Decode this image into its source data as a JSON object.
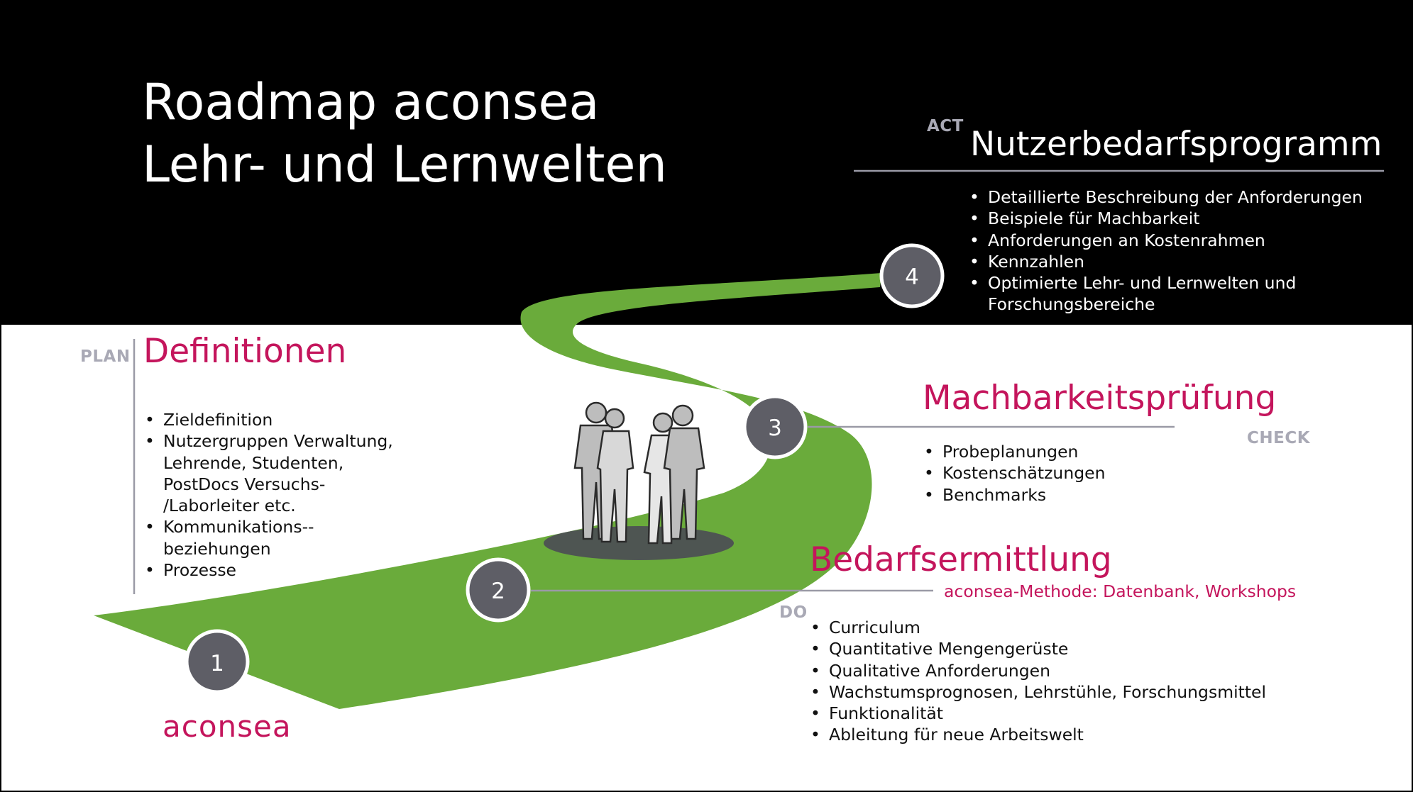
{
  "title": {
    "line1": "Roadmap aconsea",
    "line2": "Lehr- und Lernwelten"
  },
  "logo": "aconsea",
  "stages": [
    {
      "number": "1"
    },
    {
      "number": "2"
    },
    {
      "number": "3"
    },
    {
      "number": "4"
    }
  ],
  "plan": {
    "phase": "PLAN",
    "heading": "Definitionen",
    "items": [
      "Zieldefinition",
      "Nutzergruppen Verwaltung,",
      "Lehrende, Studenten,",
      "PostDocs Versuchs-",
      "/Laborleiter etc.",
      "Kommunikations--",
      "beziehungen",
      "Prozesse"
    ]
  },
  "do": {
    "phase": "DO",
    "heading": "Bedarfsermittlung",
    "subtitle": "aconsea-Methode: Datenbank, Workshops",
    "items": [
      "Curriculum",
      "Quantitative Mengengerüste",
      "Qualitative Anforderungen",
      "Wachstumsprognosen, Lehrstühle, Forschungsmittel",
      "Funktionalität",
      "Ableitung für neue Arbeitswelt"
    ]
  },
  "check": {
    "phase": "CHECK",
    "heading": "Machbarkeitsprüfung",
    "items": [
      "Probeplanungen",
      "Kostenschätzungen",
      "Benchmarks"
    ]
  },
  "act": {
    "phase": "ACT",
    "heading": "Nutzerbedarfsprogramm",
    "items": [
      "Detaillierte Beschreibung der Anforderungen",
      "Beispiele für Machbarkeit",
      "Anforderungen an Kostenrahmen",
      "Kennzahlen",
      "Optimierte Lehr- und Lernwelten und",
      "Forschungsbereiche"
    ]
  },
  "colors": {
    "road": "#6aab3b",
    "accent": "#c4155c",
    "phase_label": "#a9a9b5",
    "marker": "#5e5e66",
    "background_top": "#000000"
  },
  "illustration": {
    "icon": "people-group-icon"
  }
}
